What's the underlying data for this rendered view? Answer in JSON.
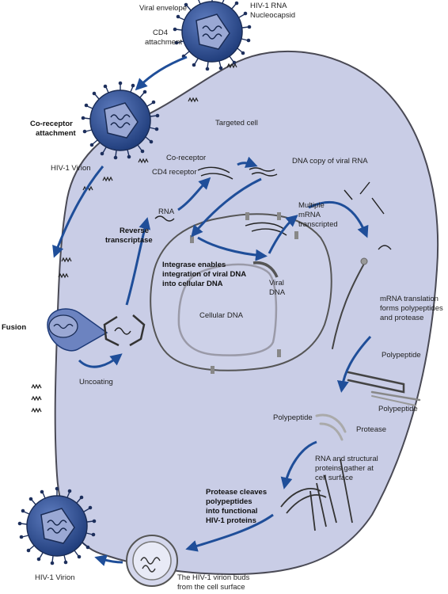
{
  "labels": {
    "viral_envelope": "Viral envelope",
    "hiv1_rna": "HIV-1 RNA",
    "nucleocapsid": "Nucleocapsid",
    "cd4_attachment_line1": "CD4",
    "cd4_attachment_line2": "attachment",
    "coreceptor_attachment_line1": "Co-receptor",
    "coreceptor_attachment_line2": "attachment",
    "targeted_cell": "Targeted cell",
    "hiv1_virion_top": "HIV-1 Virion",
    "coreceptor": "Co-receptor",
    "cd4_receptor": "CD4 receptor",
    "dna_copy": "DNA copy of viral RNA",
    "rna": "RNA",
    "reverse_transcriptase_line1": "Reverse",
    "reverse_transcriptase_line2": "transcriptase",
    "multiple_mrna_line1": "Multiple",
    "multiple_mrna_line2": "mRNA",
    "multiple_mrna_line3": "transcripted",
    "integrase_line1": "Integrase enables",
    "integrase_line2": "integration of viral DNA",
    "integrase_line3": "into cellular DNA",
    "viral_dna_line1": "Viral",
    "viral_dna_line2": "DNA",
    "cellular_dna": "Cellular DNA",
    "mrna_translation_line1": "mRNA translation",
    "mrna_translation_line2": "forms polypeptides",
    "mrna_translation_line3": "and protease",
    "fusion": "Fusion",
    "uncoating": "Uncoating",
    "polypeptide_right_top": "Polypeptide",
    "polypeptide_right_bottom": "Polypeptide",
    "polypeptide_left": "Polypeptide",
    "protease": "Protease",
    "rna_structural_line1": "RNA and structural",
    "rna_structural_line2": "proteins gather at",
    "rna_structural_line3": "cell surface",
    "protease_cleaves_line1": "Protease cleaves",
    "protease_cleaves_line2": "polypeptides",
    "protease_cleaves_line3": "into functional",
    "protease_cleaves_line4": "HIV-1 proteins",
    "hiv1_virion_bottom": "HIV-1 Virion",
    "buds_line1": "The HIV-1 virion buds",
    "buds_line2": "from the cell surface"
  },
  "colors": {
    "cell_fill": "#c9cde6",
    "cell_stroke": "#4a4a55",
    "nucleus_fill": "#cdd1e8",
    "arrow": "#1f4e99",
    "virion_fill": "#2a4d8f",
    "virion_inner": "#7d8fc4"
  }
}
